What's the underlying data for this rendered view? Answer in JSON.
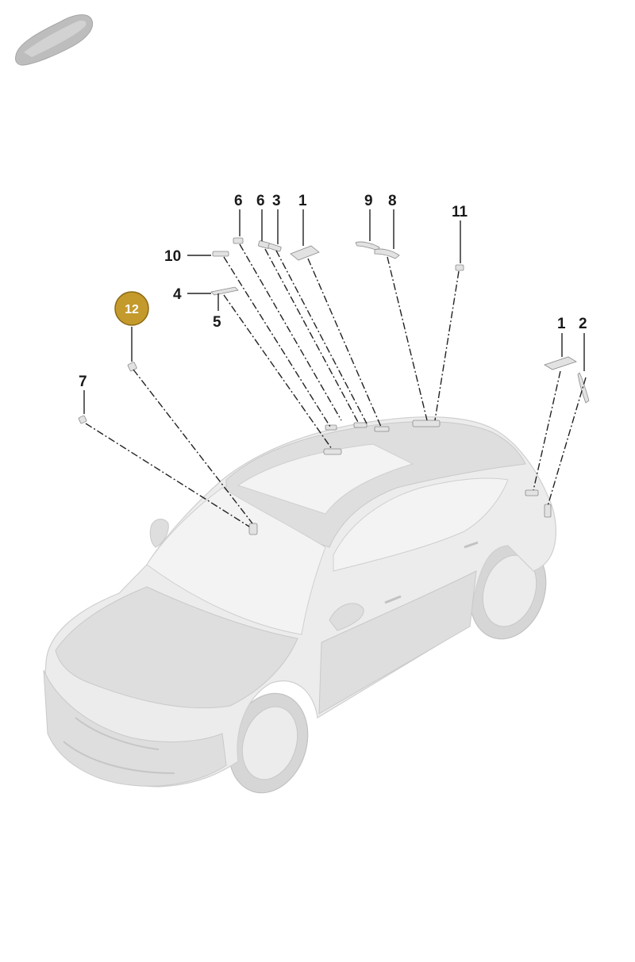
{
  "callouts": [
    {
      "id": "c6a",
      "label": "6"
    },
    {
      "id": "c6b",
      "label": "6"
    },
    {
      "id": "c3",
      "label": "3"
    },
    {
      "id": "c1a",
      "label": "1"
    },
    {
      "id": "c9",
      "label": "9"
    },
    {
      "id": "c8",
      "label": "8"
    },
    {
      "id": "c11",
      "label": "11"
    },
    {
      "id": "c10",
      "label": "10"
    },
    {
      "id": "c4",
      "label": "4"
    },
    {
      "id": "c5",
      "label": "5"
    },
    {
      "id": "c1b",
      "label": "1"
    },
    {
      "id": "c2",
      "label": "2"
    },
    {
      "id": "c7",
      "label": "7"
    }
  ],
  "highlight": {
    "label": "12",
    "color": "#c49a2c"
  },
  "thumbnail": {
    "icon": "car-thumbnail-icon"
  },
  "colors": {
    "car_body": "#ececec",
    "line": "#222222",
    "highlight": "#c49a2c"
  }
}
